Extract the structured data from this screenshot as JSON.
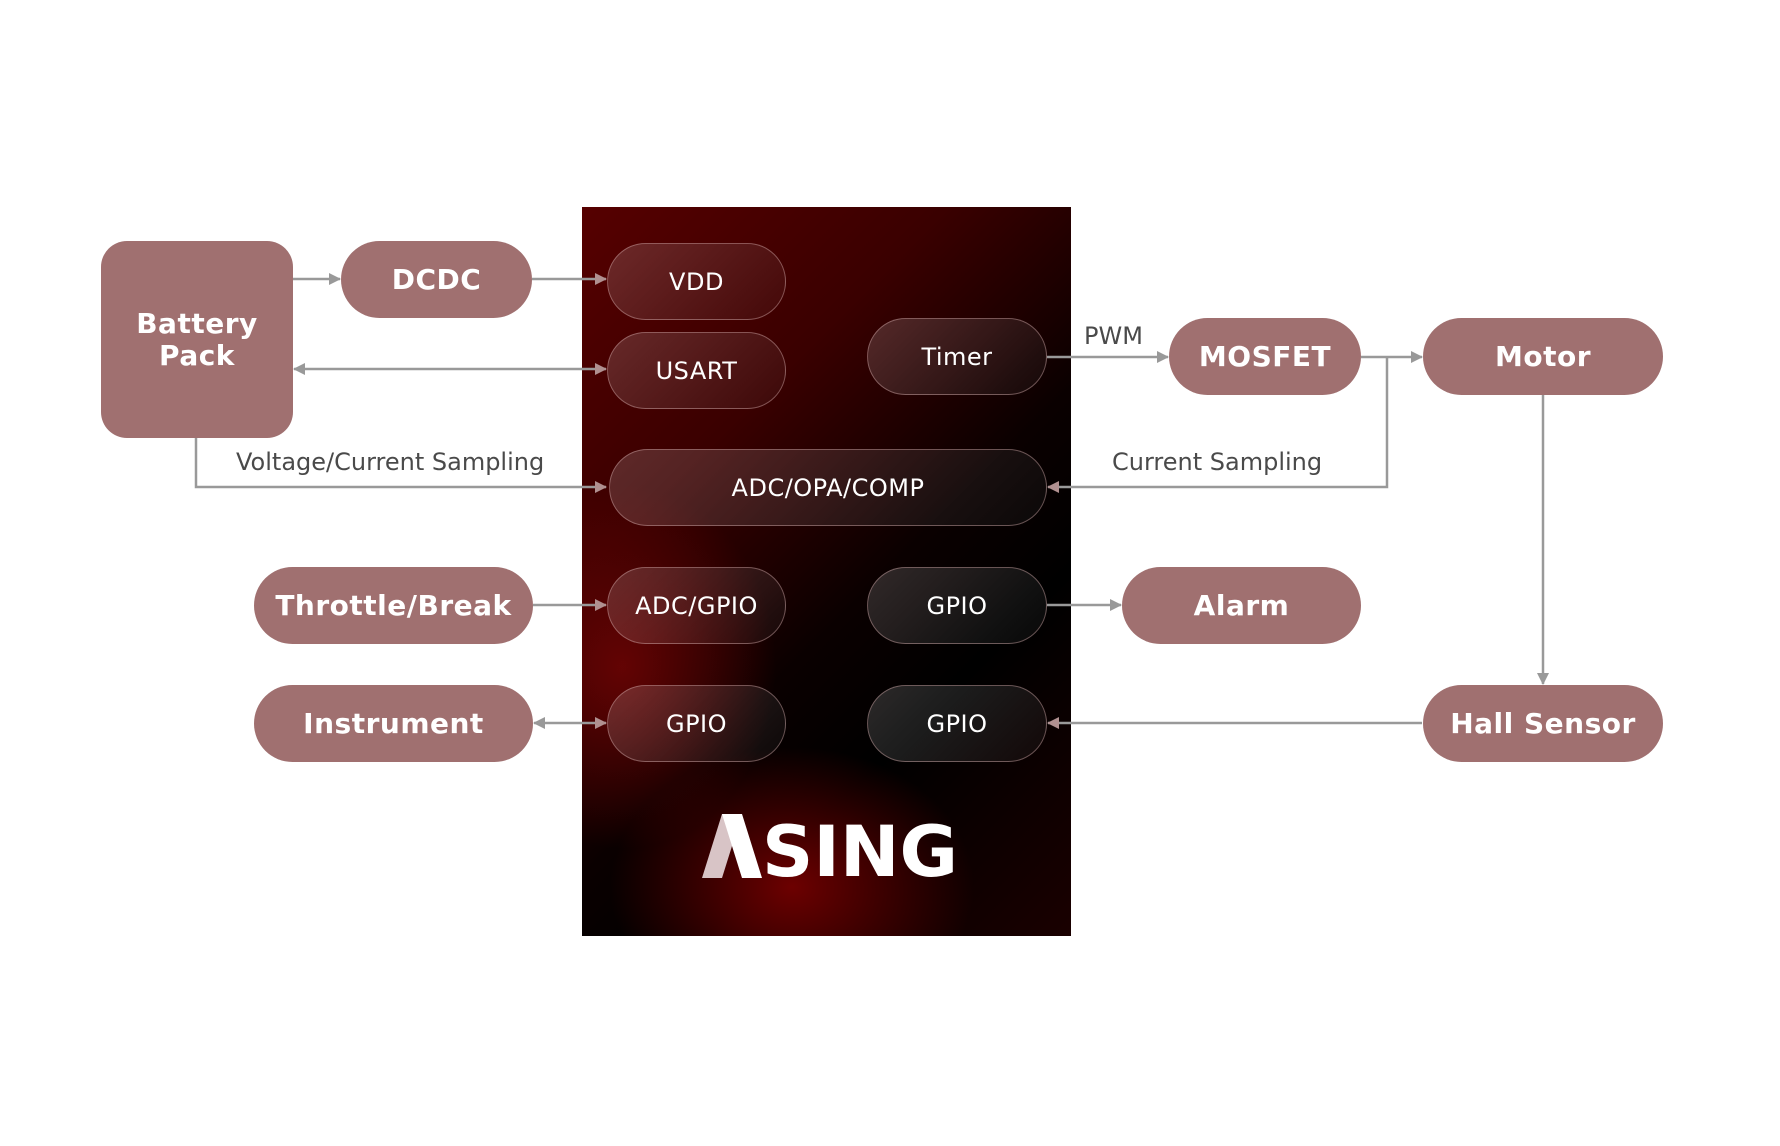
{
  "external_nodes": {
    "battery_pack": {
      "line1": "Battery",
      "line2": "Pack"
    },
    "dcdc": "DCDC",
    "throttle_break": "Throttle/Break",
    "instrument": "Instrument",
    "mosfet": "MOSFET",
    "motor": "Motor",
    "alarm": "Alarm",
    "hall_sensor": "Hall Sensor"
  },
  "chip": {
    "brand": "NSING",
    "pins": {
      "vdd": "VDD",
      "usart": "USART",
      "timer": "Timer",
      "adc_opa_comp": "ADC/OPA/COMP",
      "adc_gpio": "ADC/GPIO",
      "gpio_alarm": "GPIO",
      "gpio_instrument": "GPIO",
      "gpio_hall": "GPIO"
    }
  },
  "edge_labels": {
    "pwm": "PWM",
    "voltage_current_sampling": "Voltage/Current Sampling",
    "current_sampling": "Current Sampling"
  },
  "colors": {
    "node_fill": "#A07070",
    "wire": "#999999",
    "chip_dark": "#000000",
    "chip_red": "#6A0000"
  }
}
